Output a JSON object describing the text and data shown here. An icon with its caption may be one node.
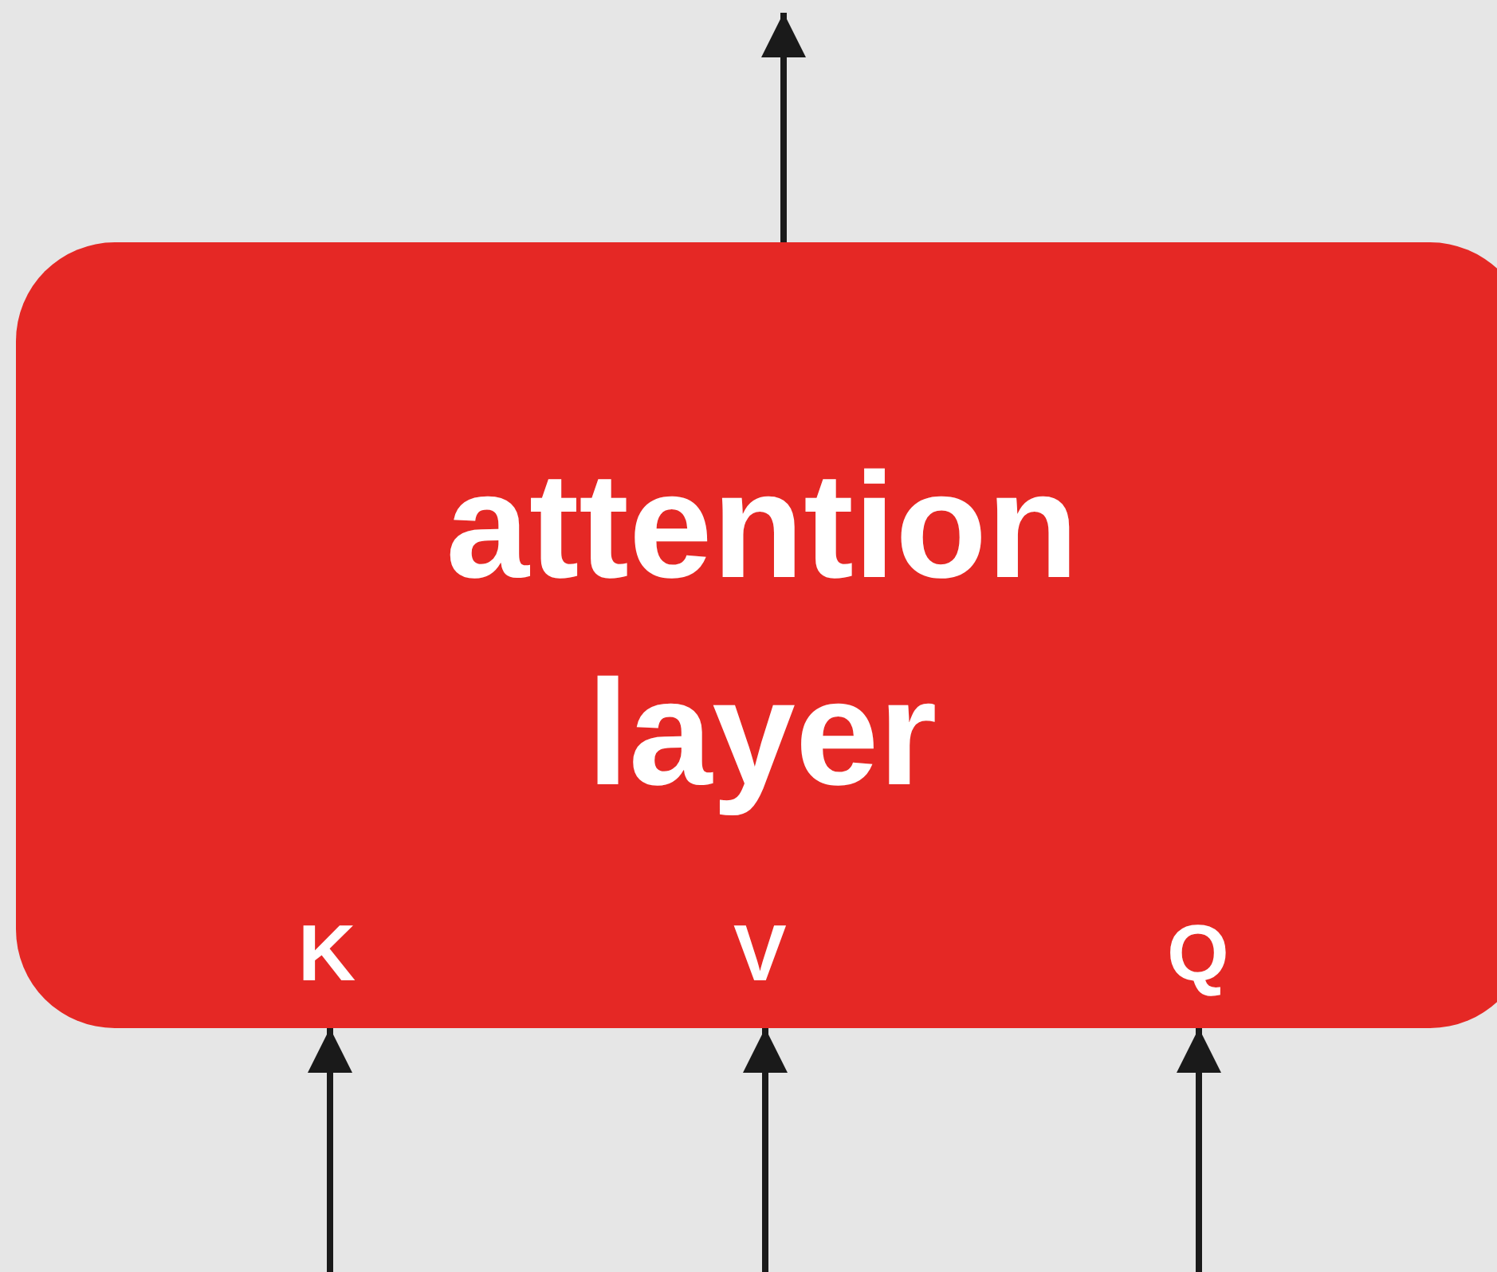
{
  "diagram": {
    "nodes": [
      {
        "text": [
          "attention layer"
        ]
      },
      {
        "text": [
          "K"
        ],
        "in": 0
      },
      {
        "text": [
          "V"
        ],
        "in": 0
      },
      {
        "text": [
          "Q"
        ],
        "in": 0
      }
    ],
    "edges": [
      {
        "from": null,
        "to": 1,
        "arrow": "to"
      },
      {
        "from": null,
        "to": 2,
        "arrow": "to"
      },
      {
        "from": null,
        "to": 3,
        "arrow": "to"
      },
      {
        "from": 0,
        "to": null,
        "arrow": "to"
      }
    ]
  }
}
